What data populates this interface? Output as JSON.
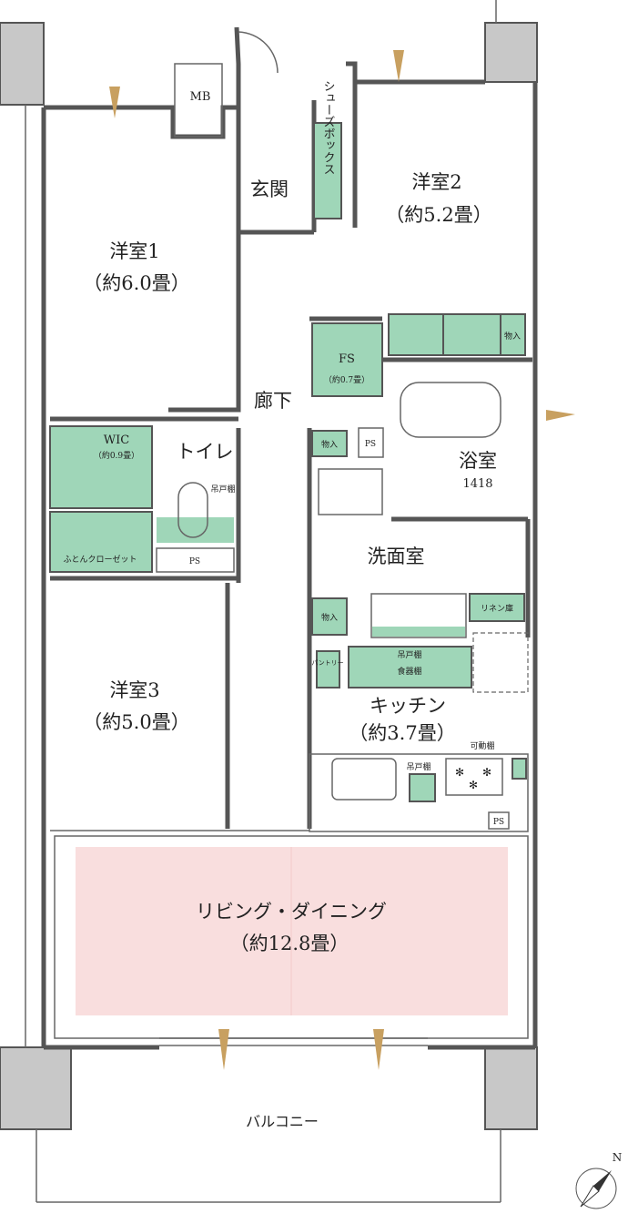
{
  "rooms": {
    "western1": {
      "name": "洋室1",
      "size": "（約6.0畳）"
    },
    "western2": {
      "name": "洋室2",
      "size": "（約5.2畳）"
    },
    "western3": {
      "name": "洋室3",
      "size": "（約5.0畳）"
    },
    "entrance": "玄関",
    "shoebox": "シューズボックス",
    "hallway": "廊下",
    "fs": {
      "name": "FS",
      "size": "（約0.7畳）"
    },
    "wic": {
      "name": "WIC",
      "size": "（約0.9畳）"
    },
    "toilet": "トイレ",
    "futon_closet": "ふとんクローゼット",
    "bath": {
      "name": "浴室",
      "size": "1418"
    },
    "washroom": "洗面室",
    "linen": "リネン庫",
    "pantry": "パントリー",
    "kitchen": {
      "name": "キッチン",
      "size": "（約3.7畳）"
    },
    "living": {
      "name": "リビング・ダイニング",
      "size": "（約12.8畳）"
    },
    "balcony": "バルコニー"
  },
  "labels": {
    "mb": "MB",
    "ps": "PS",
    "storage": "物入",
    "hanging_cabinet": "吊戸棚",
    "dish_shelf": "食器棚",
    "movable_shelf": "可動棚",
    "north": "N"
  },
  "colors": {
    "living": "#f9dede",
    "storage": "#9fd6b8",
    "column": "#c8c8c8"
  }
}
